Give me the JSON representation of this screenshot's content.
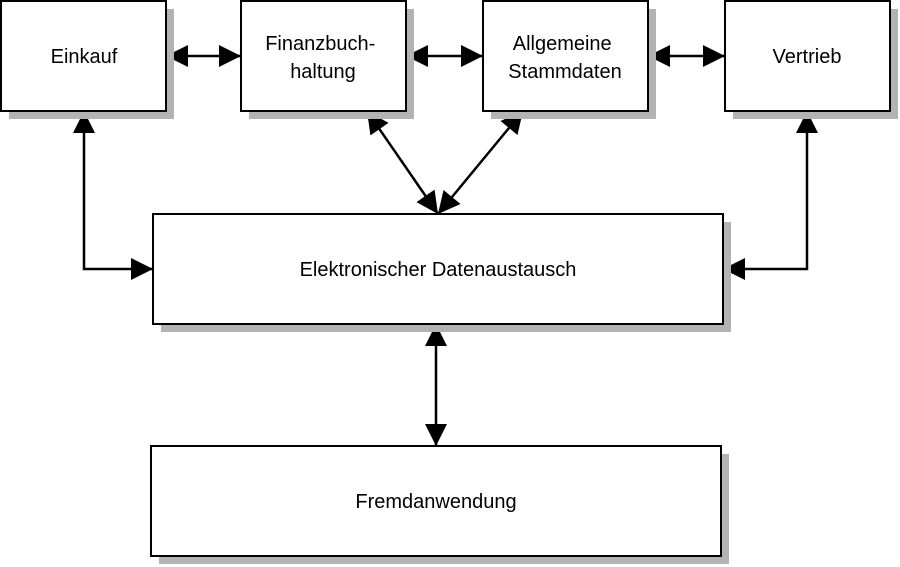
{
  "nodes": {
    "einkauf": {
      "lines": [
        "Einkauf"
      ]
    },
    "finanzbuchhaltung": {
      "lines": [
        "Finanzbuch-",
        "haltung"
      ]
    },
    "allgemeine_stammdaten": {
      "lines": [
        "Allgemeine",
        "Stammdaten"
      ]
    },
    "vertrieb": {
      "lines": [
        "Vertrieb"
      ]
    },
    "datenaustausch": {
      "lines": [
        "Elektronischer Datenaustausch"
      ]
    },
    "fremdanwendung": {
      "lines": [
        "Fremdanwendung"
      ]
    }
  },
  "edges": [
    {
      "from": "einkauf",
      "to": "finanzbuchhaltung",
      "direction": "bidirectional"
    },
    {
      "from": "finanzbuchhaltung",
      "to": "allgemeine_stammdaten",
      "direction": "bidirectional"
    },
    {
      "from": "allgemeine_stammdaten",
      "to": "vertrieb",
      "direction": "bidirectional"
    },
    {
      "from": "einkauf",
      "to": "datenaustausch",
      "direction": "bidirectional"
    },
    {
      "from": "finanzbuchhaltung",
      "to": "datenaustausch",
      "direction": "bidirectional"
    },
    {
      "from": "allgemeine_stammdaten",
      "to": "datenaustausch",
      "direction": "bidirectional"
    },
    {
      "from": "vertrieb",
      "to": "datenaustausch",
      "direction": "bidirectional"
    },
    {
      "from": "datenaustausch",
      "to": "fremdanwendung",
      "direction": "bidirectional"
    }
  ],
  "colors": {
    "box_fill": "#ffffff",
    "box_stroke": "#000000",
    "shadow": "#b3b3b3",
    "connector": "#000000"
  }
}
